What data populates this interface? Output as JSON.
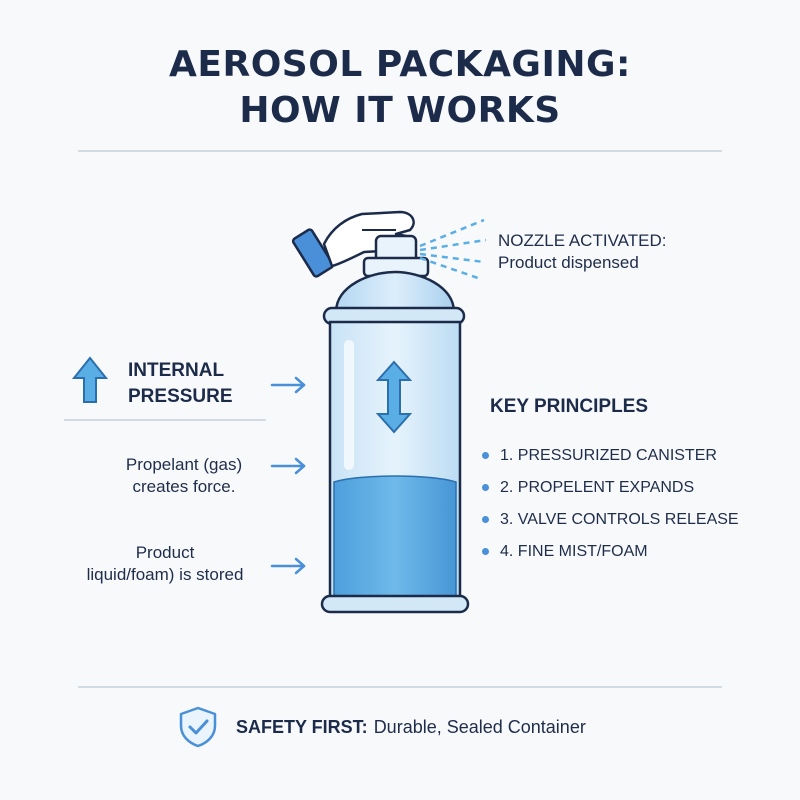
{
  "title": {
    "line1": "AEROSOL PACKAGING:",
    "line2": "HOW IT WORKS"
  },
  "nozzle_callout": {
    "line1": "NOZZLE ACTIVATED:",
    "line2": "Product dispensed"
  },
  "pressure_callout": {
    "line1": "INTERNAL",
    "line2": "PRESSURE"
  },
  "propellant_callout": {
    "line1": "Propelant (gas)",
    "line2": "creates force."
  },
  "product_callout": {
    "line1": "Product",
    "line2": "liquid/foam) is stored"
  },
  "key_principles": {
    "title": "KEY PRINCIPLES",
    "items": [
      "1. PRESSURIZED CANISTER",
      "2. PROPELENT EXPANDS",
      "3. VALVE CONTROLS RELEASE",
      "4. FINE MIST/FOAM"
    ]
  },
  "safety": {
    "label": "SAFETY FIRST:",
    "text": "Durable, Sealed Container"
  },
  "colors": {
    "navy": "#1c2b4a",
    "accent_blue": "#4a90d9",
    "liquid_blue": "#5aaee6",
    "glass_blue": "#d6ebf8"
  }
}
